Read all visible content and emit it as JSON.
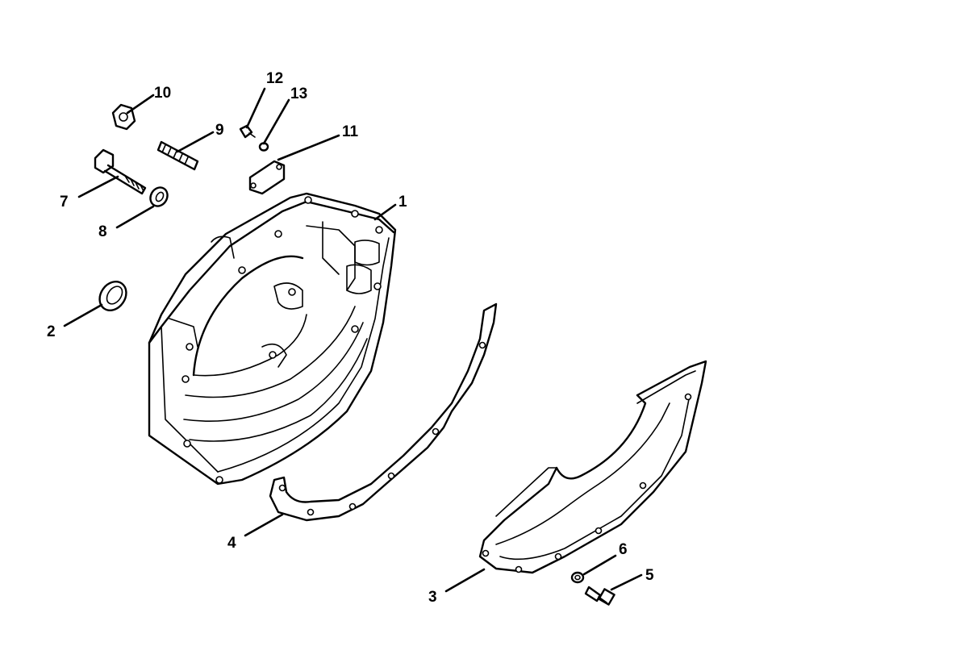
{
  "callouts": [
    {
      "id": "p1",
      "label": "1"
    },
    {
      "id": "p2",
      "label": "2"
    },
    {
      "id": "p3",
      "label": "3"
    },
    {
      "id": "p4",
      "label": "4"
    },
    {
      "id": "p5",
      "label": "5"
    },
    {
      "id": "p6",
      "label": "6"
    },
    {
      "id": "p7",
      "label": "7"
    },
    {
      "id": "p8",
      "label": "8"
    },
    {
      "id": "p9",
      "label": "9"
    },
    {
      "id": "p10",
      "label": "10"
    },
    {
      "id": "p11",
      "label": "11"
    },
    {
      "id": "p12",
      "label": "12"
    },
    {
      "id": "p13",
      "label": "13"
    }
  ],
  "colors": {
    "ink": "#000000",
    "paper": "#ffffff"
  }
}
